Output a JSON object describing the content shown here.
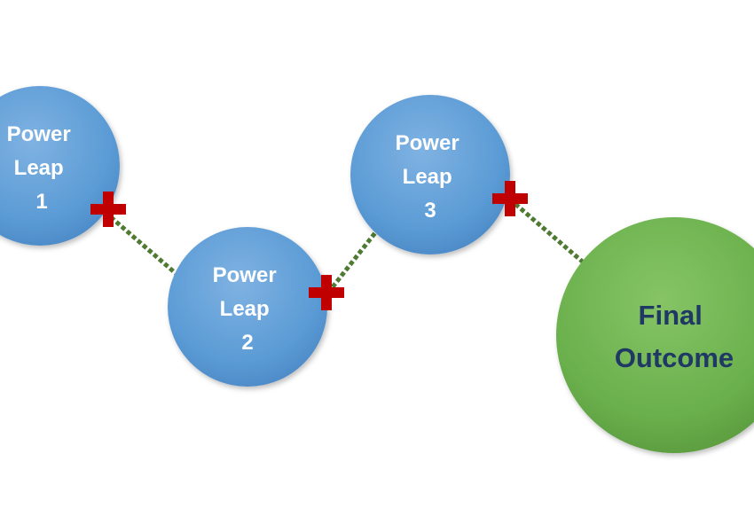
{
  "diagram": {
    "nodes": [
      {
        "id": "leap1",
        "lines": [
          "Power",
          "Leap",
          "1"
        ],
        "kind": "leap"
      },
      {
        "id": "leap2",
        "lines": [
          "Power",
          "Leap",
          "2"
        ],
        "kind": "leap"
      },
      {
        "id": "leap3",
        "lines": [
          "Power",
          "Leap",
          "3"
        ],
        "kind": "leap"
      },
      {
        "id": "final",
        "lines": [
          "Final",
          "Outcome"
        ],
        "kind": "outcome"
      }
    ],
    "connectors": [
      {
        "from": "leap1",
        "to": "leap2",
        "style": "dotted"
      },
      {
        "from": "leap2",
        "to": "leap3",
        "style": "dotted"
      },
      {
        "from": "leap3",
        "to": "final",
        "style": "dotted"
      }
    ],
    "plus_markers": [
      "leap1",
      "leap2",
      "leap3"
    ],
    "colors": {
      "leap_fill": "#5b9bd5",
      "leap_fill_light": "#7fb2e2",
      "leap_fill_dark": "#4a88c5",
      "outcome_fill": "#6ab04c",
      "outcome_fill_light": "#86c466",
      "outcome_fill_dark": "#5a9a3e",
      "connector": "#4e7a32",
      "plus": "#c00000",
      "leap_text": "#ffffff",
      "outcome_text": "#1f3864"
    }
  }
}
